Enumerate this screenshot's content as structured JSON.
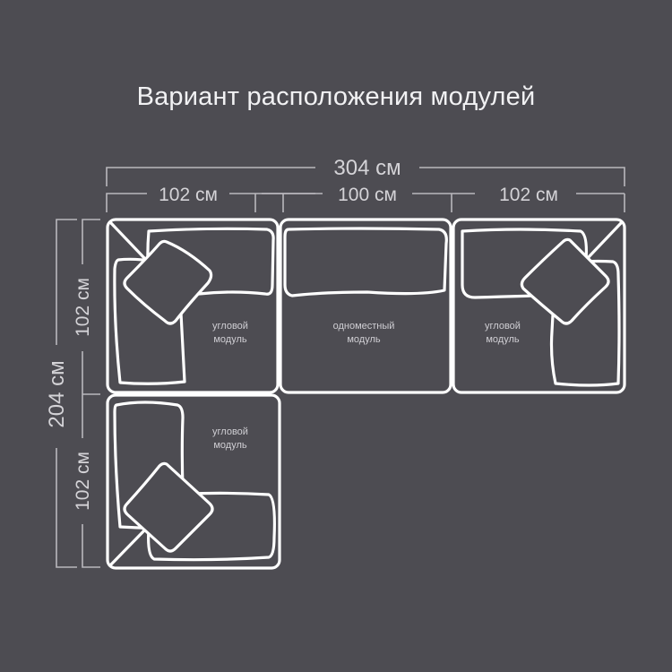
{
  "title": "Вариант расположения модулей",
  "colors": {
    "background": "#4d4c52",
    "outline": "#ffffff",
    "dimension": "#b9b8bd",
    "text": "#f1f1f3"
  },
  "dimensions": {
    "total_width": "304 см",
    "segment_left": "102 см",
    "segment_middle": "100 см",
    "segment_right": "102 см",
    "total_depth": "204 см",
    "depth_top": "102 см",
    "depth_bottom": "102 см"
  },
  "modules": [
    {
      "id": "top-left",
      "line1": "угловой",
      "line2": "модуль"
    },
    {
      "id": "top-middle",
      "line1": "одноместный",
      "line2": "модуль"
    },
    {
      "id": "top-right",
      "line1": "угловой",
      "line2": "модуль"
    },
    {
      "id": "bottom-left",
      "line1": "угловой",
      "line2": "модуль"
    }
  ]
}
